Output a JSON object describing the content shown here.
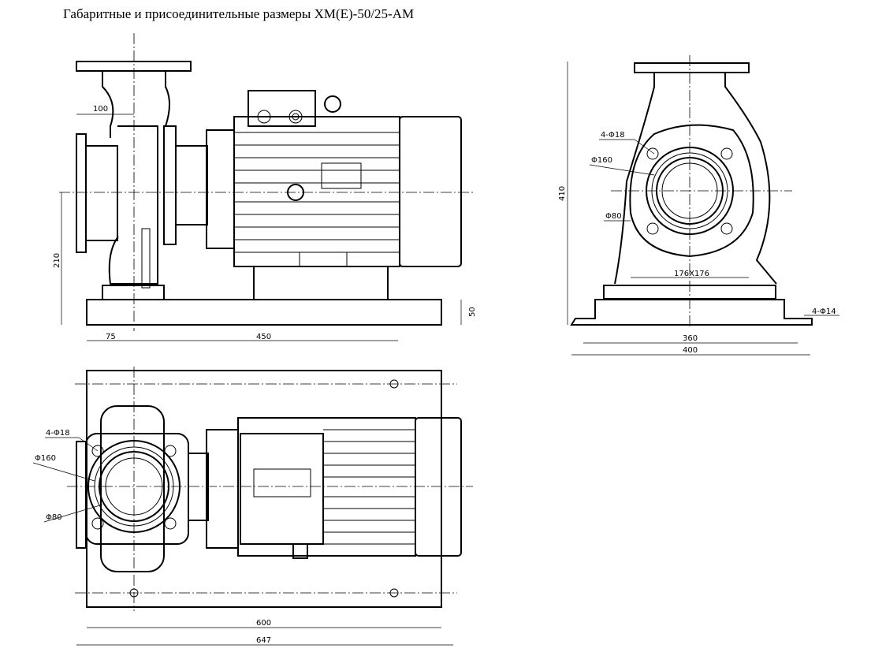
{
  "title": "Габаритные и присоединительные размеры XM(E)-50/25-AM",
  "side_view": {
    "dims": {
      "suction_offset": "100",
      "axis_height": "210",
      "base_offset": "75",
      "foot_spacing": "450",
      "base_height": "50"
    }
  },
  "front_view": {
    "dims": {
      "height": "410",
      "bolt_holes": "4-Φ18",
      "bolt_circle": "Φ160",
      "bore": "Φ80",
      "foot_pattern": "176X176",
      "foot_holes": "4-Φ14",
      "hole_spacing": "360",
      "base_width": "400"
    }
  },
  "plan_view": {
    "dims": {
      "bolt_holes": "4-Φ18",
      "bolt_circle": "Φ160",
      "bore": "Φ80",
      "hole_spacing": "600",
      "base_length": "647"
    }
  }
}
